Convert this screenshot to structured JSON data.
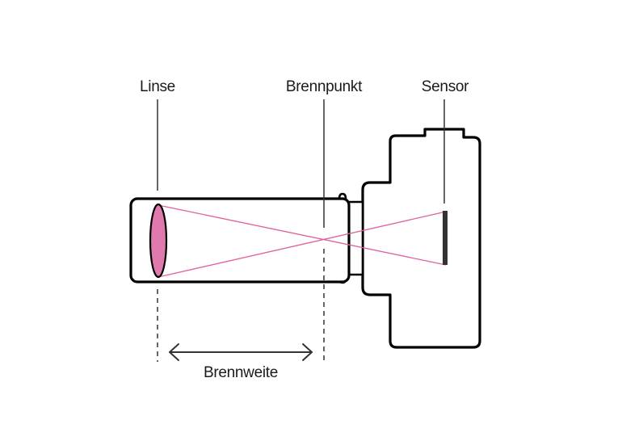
{
  "labels": {
    "lens": "Linse",
    "focal_point": "Brennpunkt",
    "sensor": "Sensor",
    "focal_length": "Brennweite"
  },
  "colors": {
    "outline": "#000000",
    "lens_fill": "#e07aae",
    "ray": "#e0609e",
    "sensor": "#333333",
    "leader": "#333333",
    "dimension": "#333333"
  }
}
